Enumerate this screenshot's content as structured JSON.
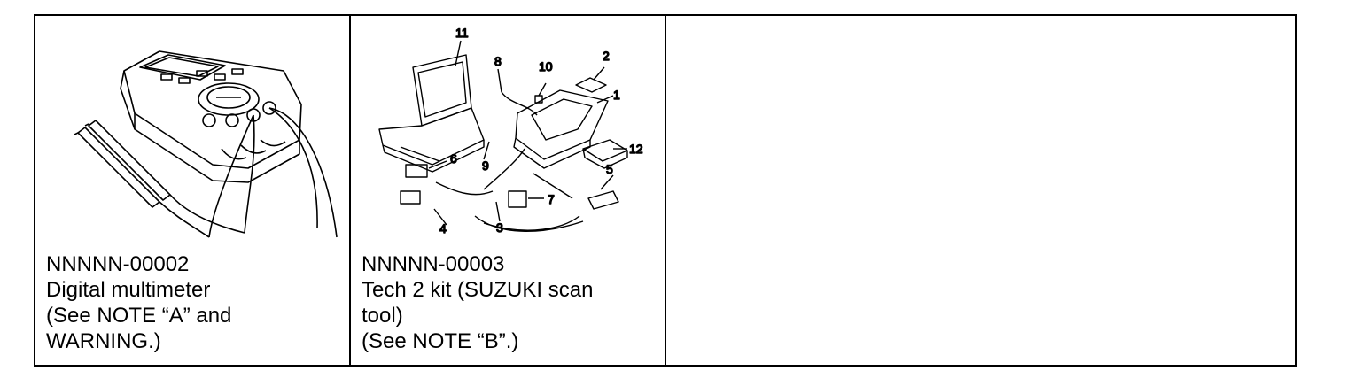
{
  "tools": [
    {
      "code": "NNNNN-00002",
      "lines": [
        "Digital multimeter",
        "(See NOTE “A” and",
        "WARNING.)"
      ],
      "icon": "digital-multimeter-illustration"
    },
    {
      "code": "NNNNN-00003",
      "lines": [
        "Tech 2 kit (SUZUKI scan",
        "tool)",
        "(See NOTE “B”.)"
      ],
      "icon": "tech2-kit-illustration",
      "callouts": [
        "11",
        "8",
        "10",
        "2",
        "1",
        "12",
        "6",
        "9",
        "5",
        "7",
        "4",
        "3"
      ]
    }
  ]
}
